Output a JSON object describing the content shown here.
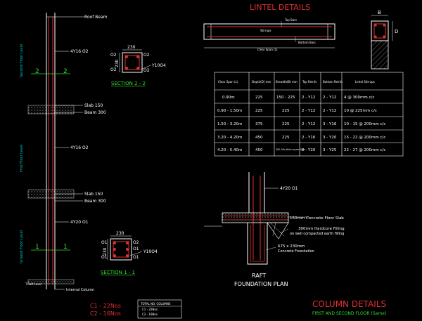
{
  "colors": {
    "background": "#000000",
    "line": "#ffffff",
    "red": "#e03030",
    "green": "#33dd33",
    "cyan": "#00cccc",
    "yellow": "#e8d060"
  },
  "elevation": {
    "roof_beam": "Roof Beam",
    "bars_top": "4Y16 O2",
    "bars_mid": "4Y16 O2",
    "bars_bottom": "4Y20 O1",
    "slab_1": "Slab 150",
    "beam_1": "Beam 300",
    "slab_2": "Slab 150",
    "beam_2": "Beam 300",
    "second_floor": "Second Floor Level",
    "first_floor": "First Floor Level",
    "ground_floor": "Ground Floor Level",
    "section_mark_2a": "2",
    "section_mark_2b": "2",
    "section_mark_1a": "1",
    "section_mark_1b": "1",
    "raft_level": "T.Raft Level",
    "internal_column": "Internal Column"
  },
  "section_22": {
    "width": "230",
    "depth": "230",
    "rebar_tags": [
      "O2",
      "O2",
      "O2",
      "O2"
    ],
    "ties": "Y10O4",
    "title": "SECTION 2 - 2"
  },
  "section_11": {
    "width": "230",
    "depth": "230",
    "rebar_tags": [
      "O1",
      "O2",
      "O1",
      "O1",
      "O1"
    ],
    "ties": "Y10O4",
    "title": "SECTION 1 - 1"
  },
  "lintel": {
    "title": "LINTEL DETAILS",
    "top_bars": "Top Bars",
    "stirrups": "Stirrups",
    "bottom_bars": "Bottom Bars",
    "clear_span": "Clear Span (L)",
    "dim_b": "B",
    "dim_d": "D"
  },
  "lintel_table": {
    "headers": [
      "Clear Span (L)",
      "Depth(D) mm",
      "Breadth(B) mm",
      "Top Reinfs",
      "Bottom Reinfs",
      "Lintel Stirrups"
    ],
    "rows": [
      [
        "0.90m",
        "225",
        "150 - 225",
        "2 - Y12",
        "2 - Y12",
        "4 @ 300mm c/c"
      ],
      [
        "0.90 - 1.50m",
        "225",
        "225",
        "2 - Y12",
        "2 - Y12",
        "10 @ 225mm c/c"
      ],
      [
        "1.50 - 3.20m",
        "375",
        "225",
        "2 - Y12",
        "3 - Y16",
        "10 - 15 @ 200mm c/c"
      ],
      [
        "3.20 - 4.20m",
        "450",
        "225",
        "2 - Y16",
        "3 - Y20",
        "15 - 22 @ 200mm c/c"
      ],
      [
        "4.20 - 5.40m",
        "450",
        "300, Min thick as per Slab",
        "2 - Y20",
        "3 - Y25",
        "22 - 27 @ 200mm c/c"
      ]
    ]
  },
  "foundation": {
    "bars": "4Y20 O1",
    "slab": "150mm Concrete Floor Slab",
    "hardcore": "300mm Hardcore Filling",
    "hardcore_2": "on well compacted earth filling",
    "foundation": "675 x 230mm",
    "foundation_2": "Concrete Foundation",
    "title_1": "RAFT",
    "title_2": "FOUNDATION PLAN"
  },
  "columns_summary": {
    "c1": "C1 - 22Nos",
    "c2": "C2 - 16Nos",
    "box_title": "TOTAL NO. COLUMNS",
    "box_row1": "C1  -  22Nos",
    "box_row2": "C2  -  16Nos"
  },
  "title_block": {
    "title": "COLUMN DETAILS",
    "subtitle": "FIRST AND SECOND FLOOR (Same)"
  }
}
